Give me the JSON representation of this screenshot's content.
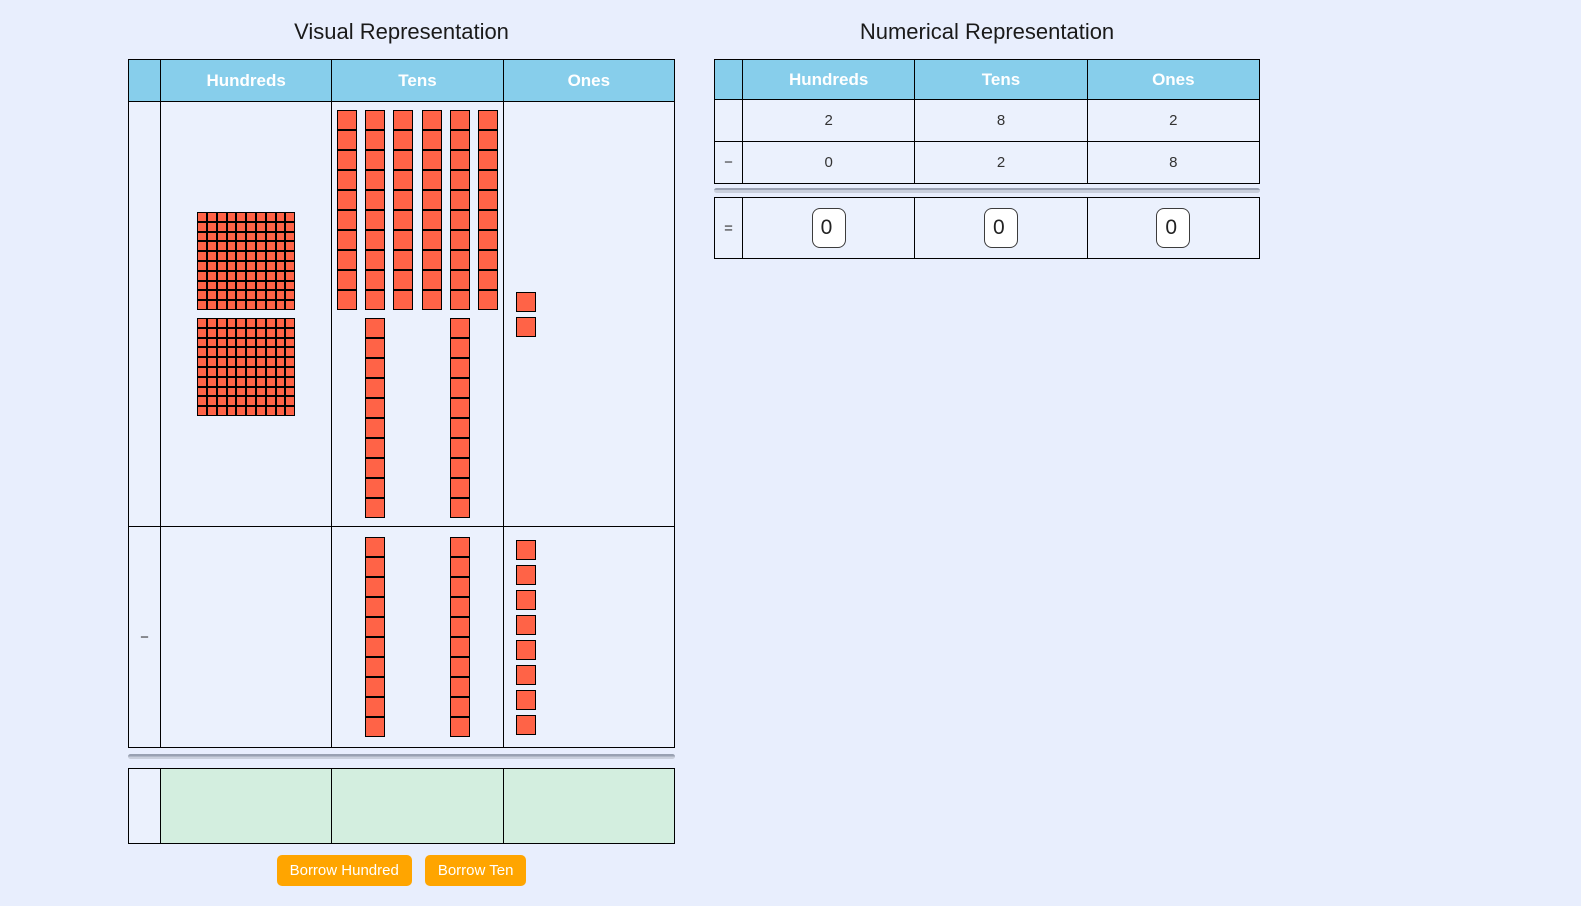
{
  "visual": {
    "title": "Visual Representation",
    "columns": [
      "Hundreds",
      "Tens",
      "Ones"
    ],
    "minuend_label": "",
    "subtrahend_label": "−",
    "blocks": {
      "minuend": {
        "hundreds": 2,
        "tens": 8,
        "ones": 2
      },
      "subtrahend": {
        "hundreds": 0,
        "tens": 2,
        "ones": 8
      }
    },
    "result_row": {
      "hundreds": "",
      "tens": "",
      "ones": ""
    },
    "buttons": {
      "borrow_hundred": "Borrow Hundred",
      "borrow_ten": "Borrow Ten"
    }
  },
  "numerical": {
    "title": "Numerical Representation",
    "columns": [
      "Hundreds",
      "Tens",
      "Ones"
    ],
    "minuend": {
      "label": "",
      "hundreds": "2",
      "tens": "8",
      "ones": "2"
    },
    "subtrahend": {
      "label": "−",
      "hundreds": "0",
      "tens": "2",
      "ones": "8"
    },
    "result": {
      "label": "=",
      "inputs": [
        {
          "value": "0"
        },
        {
          "value": "0"
        },
        {
          "value": "0"
        }
      ]
    }
  },
  "colors": {
    "page_background": "#E8EEFD",
    "cell_background": "#EBF1FD",
    "header_blue": "#87CEEB",
    "block_fill": "#FF6347",
    "result_green": "#D3EEDF",
    "button_orange": "#FFA500",
    "separator_gray": "#A9AFBD"
  }
}
